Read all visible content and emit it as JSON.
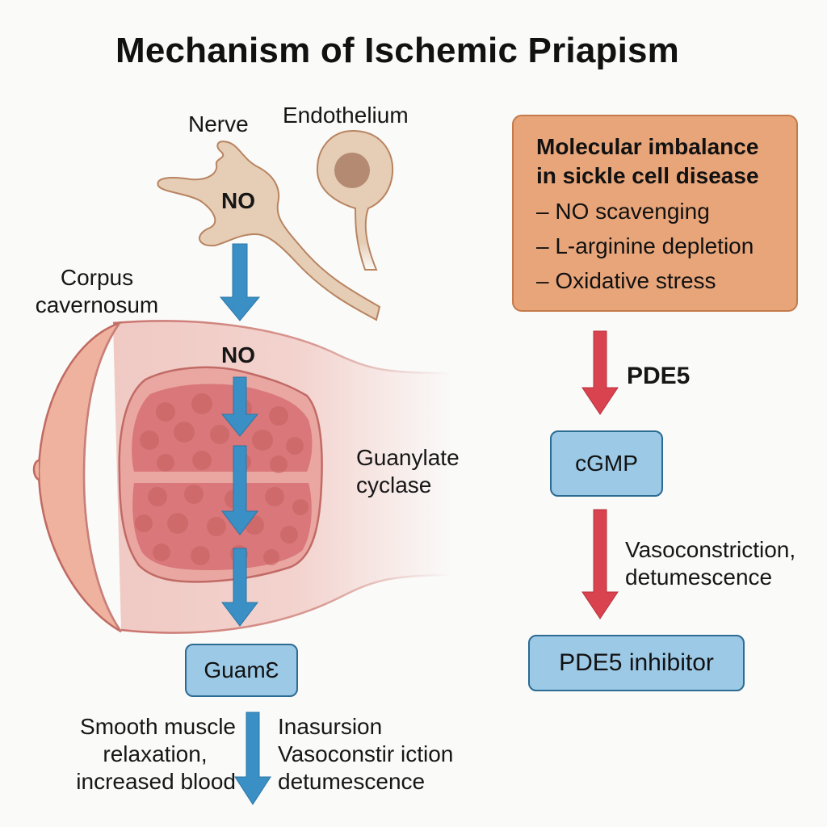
{
  "title": "Mechanism of Ischemic Priapism",
  "colors": {
    "background": "#fafaf9",
    "blue_arrow": "#3a8fc4",
    "red_arrow": "#d8434f",
    "orange_box": "#e8a57a",
    "blue_box": "#9cc9e6",
    "cell_fill": "#e6cdb6",
    "tissue_pink": "#e9a19d"
  },
  "left_panel": {
    "nerve_label": "Nerve",
    "endothelium_label": "Endothelium",
    "nerve_no_label": "NO",
    "corpus_label_line1": "Corpus",
    "corpus_label_line2": "cavernosum",
    "tissue_no_label": "NO",
    "guanylate_line1": "Guanylate",
    "guanylate_line2": "cyclase",
    "box_label": "GuamƐ",
    "left_caption": [
      "Smooth muscle",
      "relaxation,",
      "increased blood"
    ],
    "right_caption": [
      "Inasursion",
      "Vasoconstir iction",
      "detumescence"
    ]
  },
  "right_panel": {
    "box_heading_line1": "Molecular imbalance",
    "box_heading_line2": "in sickle cell disease",
    "box_items": [
      "– NO scavenging",
      "– L-arginine depletion",
      "– Oxidative stress"
    ],
    "pde5_label": "PDE5",
    "cgmp_box": "cGMP",
    "effect_line1": "Vasoconstriction,",
    "effect_line2": "detumescence",
    "inhibitor_box": "PDE5 inhibitor"
  }
}
